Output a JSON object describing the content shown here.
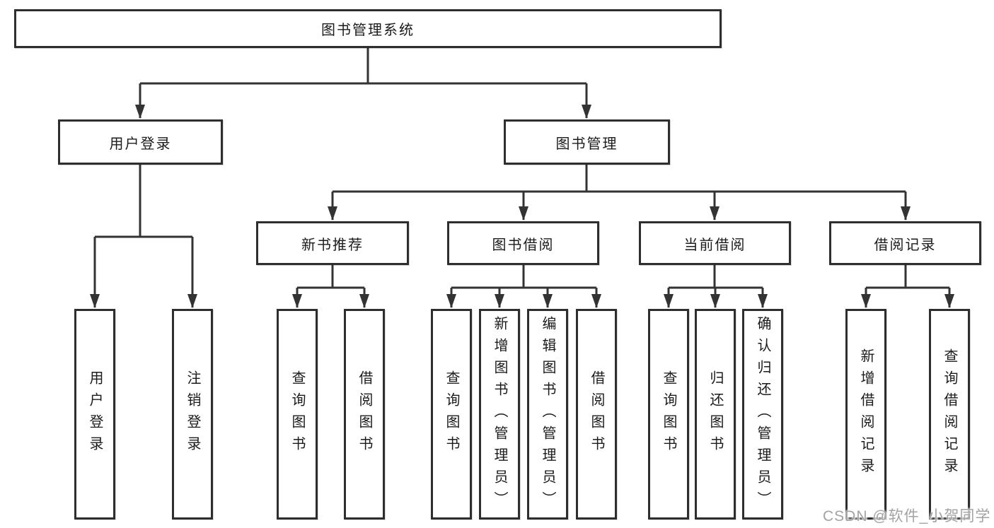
{
  "diagram": {
    "root": {
      "label": "图书管理系统"
    },
    "level2": [
      {
        "label": "用户登录"
      },
      {
        "label": "图书管理"
      }
    ],
    "level3": [
      {
        "label": "新书推荐"
      },
      {
        "label": "图书借阅"
      },
      {
        "label": "当前借阅"
      },
      {
        "label": "借阅记录"
      }
    ],
    "leaves": [
      {
        "label": "用户登录"
      },
      {
        "label": "注销登录"
      },
      {
        "label": "查询图书"
      },
      {
        "label": "借阅图书"
      },
      {
        "label": "查询图书"
      },
      {
        "label": "新增图书（管理员）"
      },
      {
        "label": "编辑图书（管理员）"
      },
      {
        "label": "借阅图书"
      },
      {
        "label": "查询图书"
      },
      {
        "label": "归还图书"
      },
      {
        "label": "确认归还（管理员）"
      },
      {
        "label": "新增借阅记录"
      },
      {
        "label": "查询借阅记录"
      }
    ],
    "hierarchy": {
      "图书管理系统": {
        "用户登录": [
          "用户登录",
          "注销登录"
        ],
        "图书管理": {
          "新书推荐": [
            "查询图书",
            "借阅图书"
          ],
          "图书借阅": [
            "查询图书",
            "新增图书（管理员）",
            "编辑图书（管理员）",
            "借阅图书"
          ],
          "当前借阅": [
            "查询图书",
            "归还图书",
            "确认归还（管理员）"
          ],
          "借阅记录": [
            "新增借阅记录",
            "查询借阅记录"
          ]
        }
      }
    }
  },
  "watermark": {
    "text": "CSDN @软件_小贺同学"
  },
  "colors": {
    "background": "#ffffff",
    "line": "#333333",
    "box_border": "#2e2e2e",
    "text": "#1b1b1b",
    "watermark": "#a3a3a3"
  }
}
